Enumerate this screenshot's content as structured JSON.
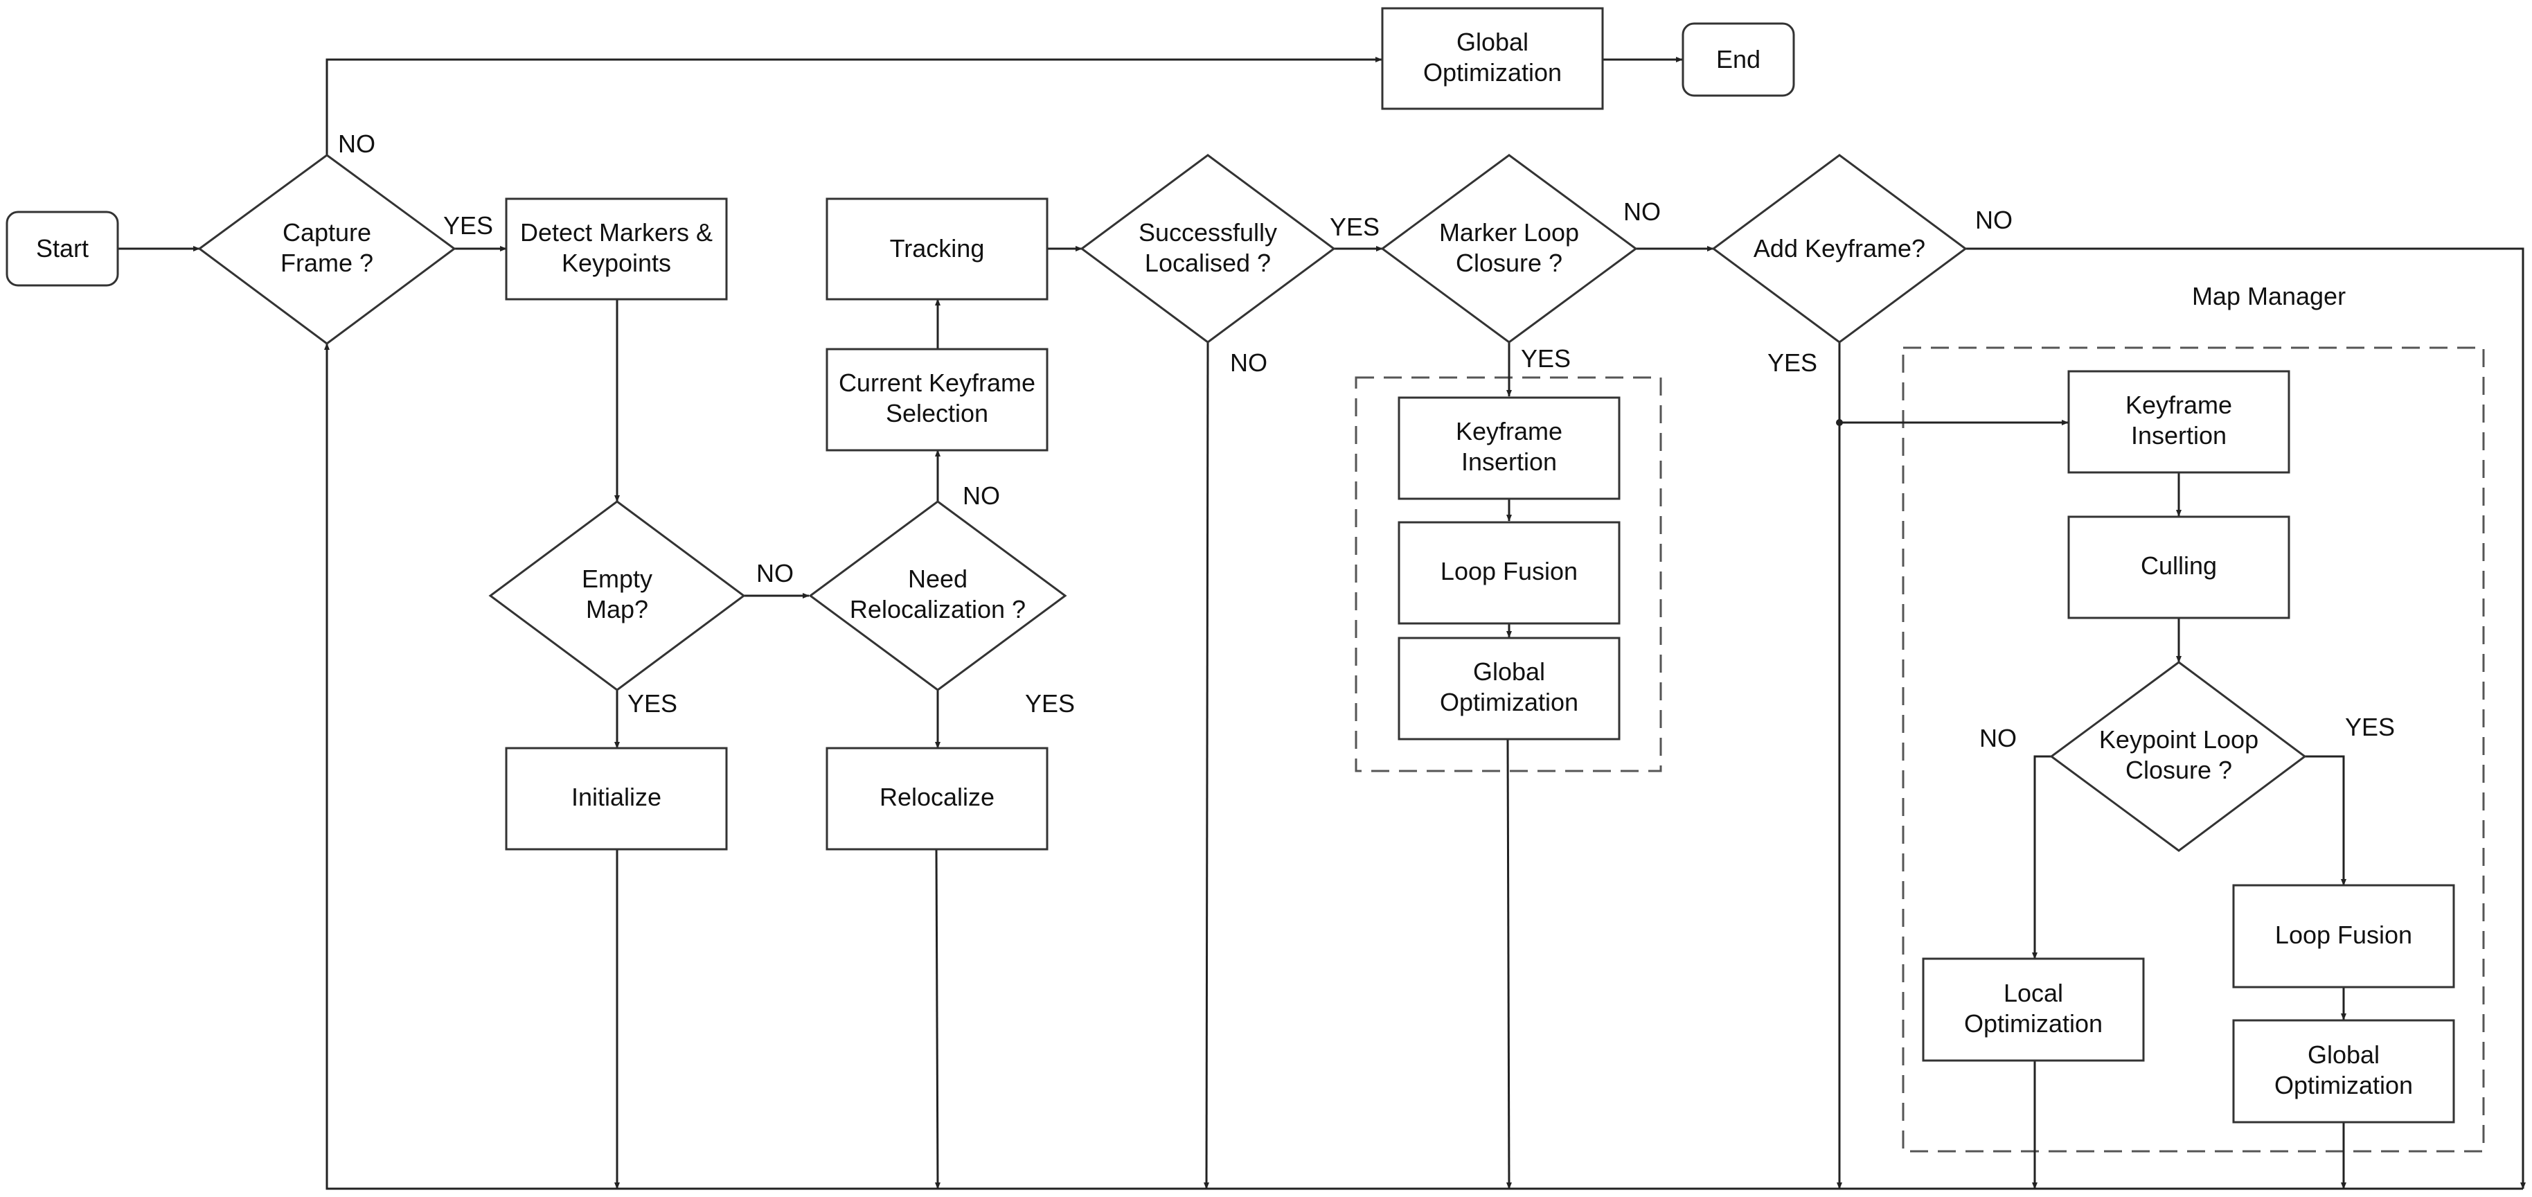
{
  "nodes": {
    "start": "Start",
    "capture_frame": [
      "Capture",
      "Frame ?"
    ],
    "detect_markers": [
      "Detect Markers &",
      "Keypoints"
    ],
    "empty_map": [
      "Empty",
      "Map?"
    ],
    "initialize": "Initialize",
    "need_reloc": [
      "Need",
      "Relocalization ?"
    ],
    "relocalize": "Relocalize",
    "current_kf": [
      "Current Keyframe",
      "Selection"
    ],
    "tracking": "Tracking",
    "success_loc": [
      "Successfully",
      "Localised ?"
    ],
    "marker_loop": [
      "Marker Loop",
      "Closure ?"
    ],
    "kf_insert_1": [
      "Keyframe",
      "Insertion"
    ],
    "loop_fusion_1": "Loop Fusion",
    "global_opt_1": [
      "Global",
      "Optimization"
    ],
    "add_kf": "Add Keyframe?",
    "global_opt_top": [
      "Global",
      "Optimization"
    ],
    "end": "End",
    "kf_insert_2": [
      "Keyframe",
      "Insertion"
    ],
    "culling": "Culling",
    "kp_loop": [
      "Keypoint Loop",
      "Closure ?"
    ],
    "local_opt": [
      "Local",
      "Optimization"
    ],
    "loop_fusion_2": "Loop Fusion",
    "global_opt_2": [
      "Global",
      "Optimization"
    ]
  },
  "edge_labels": {
    "capture_no": "NO",
    "capture_yes": "YES",
    "empty_no": "NO",
    "empty_yes": "YES",
    "reloc_no": "NO",
    "reloc_yes": "YES",
    "success_yes": "YES",
    "success_no": "NO",
    "marker_no": "NO",
    "marker_yes": "YES",
    "addkf_no": "NO",
    "addkf_yes": "YES",
    "kp_no": "NO",
    "kp_yes": "YES"
  },
  "groups": {
    "map_manager": "Map Manager"
  }
}
